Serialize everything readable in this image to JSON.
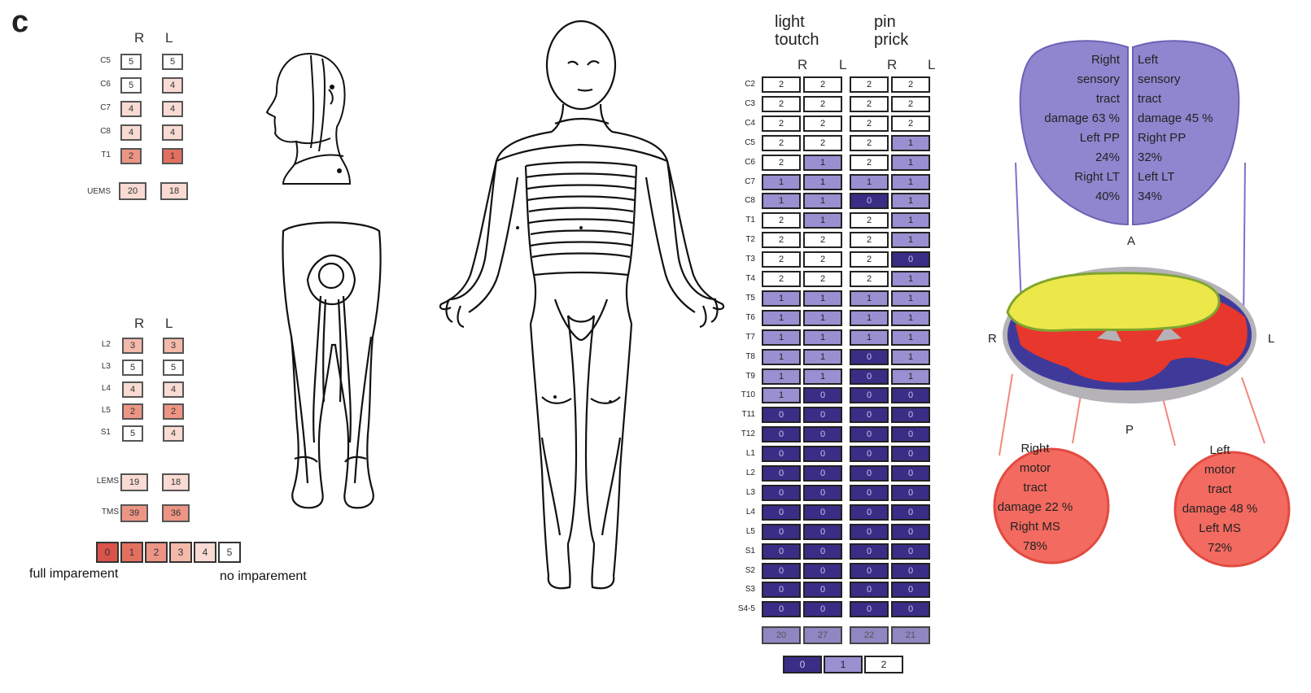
{
  "panel_label": "c",
  "colors": {
    "motor": [
      "#d9534a",
      "#e3705f",
      "#ec9585",
      "#f3b9ab",
      "#f9dbd3",
      "#ffffff"
    ],
    "sensory": [
      "#3a2d86",
      "#9a8fd0",
      "#ffffff"
    ],
    "sensory_tract": "#8f86cf",
    "motor_tract": "#f36a60",
    "cord_ring": "#b5b2b8",
    "lesion": "#ece84a"
  },
  "upper_motor": {
    "col_R": "R",
    "col_L": "L",
    "rows": [
      {
        "label": "C5",
        "R": "5",
        "L": "5"
      },
      {
        "label": "C6",
        "R": "5",
        "L": "4"
      },
      {
        "label": "C7",
        "R": "4",
        "L": "4"
      },
      {
        "label": "C8",
        "R": "4",
        "L": "4"
      },
      {
        "label": "T1",
        "R": "2",
        "L": "1"
      }
    ],
    "total_label": "UEMS",
    "total_R": "20",
    "total_L": "18"
  },
  "lower_motor": {
    "col_R": "R",
    "col_L": "L",
    "rows": [
      {
        "label": "L2",
        "R": "3",
        "L": "3"
      },
      {
        "label": "L3",
        "R": "5",
        "L": "5"
      },
      {
        "label": "L4",
        "R": "4",
        "L": "4"
      },
      {
        "label": "L5",
        "R": "2",
        "L": "2"
      },
      {
        "label": "S1",
        "R": "5",
        "L": "4"
      }
    ],
    "totals": [
      {
        "label": "LEMS",
        "R": "19",
        "L": "18"
      },
      {
        "label": "TMS",
        "R": "39",
        "L": "36"
      }
    ]
  },
  "motor_legend": {
    "values": [
      "0",
      "1",
      "2",
      "3",
      "4",
      "5"
    ],
    "full": "full imparement",
    "none": "no imparement"
  },
  "sensory": {
    "lt_header": [
      "light",
      "toutch"
    ],
    "pp_header": [
      "pin",
      "prick"
    ],
    "col_R": "R",
    "col_L": "L",
    "rows": [
      {
        "label": "C2",
        "v": [
          "2",
          "2",
          "2",
          "2"
        ]
      },
      {
        "label": "C3",
        "v": [
          "2",
          "2",
          "2",
          "2"
        ]
      },
      {
        "label": "C4",
        "v": [
          "2",
          "2",
          "2",
          "2"
        ]
      },
      {
        "label": "C5",
        "v": [
          "2",
          "2",
          "2",
          "1"
        ]
      },
      {
        "label": "C6",
        "v": [
          "2",
          "1",
          "2",
          "1"
        ]
      },
      {
        "label": "C7",
        "v": [
          "1",
          "1",
          "1",
          "1"
        ]
      },
      {
        "label": "C8",
        "v": [
          "1",
          "1",
          "0",
          "1"
        ]
      },
      {
        "label": "T1",
        "v": [
          "2",
          "1",
          "2",
          "1"
        ]
      },
      {
        "label": "T2",
        "v": [
          "2",
          "2",
          "2",
          "1"
        ]
      },
      {
        "label": "T3",
        "v": [
          "2",
          "2",
          "2",
          "0"
        ]
      },
      {
        "label": "T4",
        "v": [
          "2",
          "2",
          "2",
          "1"
        ]
      },
      {
        "label": "T5",
        "v": [
          "1",
          "1",
          "1",
          "1"
        ]
      },
      {
        "label": "T6",
        "v": [
          "1",
          "1",
          "1",
          "1"
        ]
      },
      {
        "label": "T7",
        "v": [
          "1",
          "1",
          "1",
          "1"
        ]
      },
      {
        "label": "T8",
        "v": [
          "1",
          "1",
          "0",
          "1"
        ]
      },
      {
        "label": "T9",
        "v": [
          "1",
          "1",
          "0",
          "1"
        ]
      },
      {
        "label": "T10",
        "v": [
          "1",
          "0",
          "0",
          "0"
        ]
      },
      {
        "label": "T11",
        "v": [
          "0",
          "0",
          "0",
          "0"
        ]
      },
      {
        "label": "T12",
        "v": [
          "0",
          "0",
          "0",
          "0"
        ]
      },
      {
        "label": "L1",
        "v": [
          "0",
          "0",
          "0",
          "0"
        ]
      },
      {
        "label": "L2",
        "v": [
          "0",
          "0",
          "0",
          "0"
        ]
      },
      {
        "label": "L3",
        "v": [
          "0",
          "0",
          "0",
          "0"
        ]
      },
      {
        "label": "L4",
        "v": [
          "0",
          "0",
          "0",
          "0"
        ]
      },
      {
        "label": "L5",
        "v": [
          "0",
          "0",
          "0",
          "0"
        ]
      },
      {
        "label": "S1",
        "v": [
          "0",
          "0",
          "0",
          "0"
        ]
      },
      {
        "label": "S2",
        "v": [
          "0",
          "0",
          "0",
          "0"
        ]
      },
      {
        "label": "S3",
        "v": [
          "0",
          "0",
          "0",
          "0"
        ]
      },
      {
        "label": "S4-5",
        "v": [
          "0",
          "0",
          "0",
          "0"
        ]
      }
    ],
    "totals": [
      "20",
      "27",
      "22",
      "21"
    ],
    "legend": [
      "0",
      "1",
      "2"
    ]
  },
  "cord": {
    "right_sensory": [
      "Right",
      "sensory",
      "tract",
      "damage 63 %",
      "Left PP",
      "24%",
      "Right LT",
      "40%"
    ],
    "left_sensory": [
      "Left",
      "sensory",
      "tract",
      "damage 45 %",
      "Right PP",
      "32%",
      "Left LT",
      "34%"
    ],
    "right_motor": [
      "Right",
      "motor",
      "tract",
      "damage 22 %",
      "Right MS",
      "78%"
    ],
    "left_motor": [
      "Left",
      "motor",
      "tract",
      "damage 48 %",
      "Left MS",
      "72%"
    ],
    "anterior": "A",
    "posterior": "P",
    "right": "R",
    "left": "L"
  }
}
